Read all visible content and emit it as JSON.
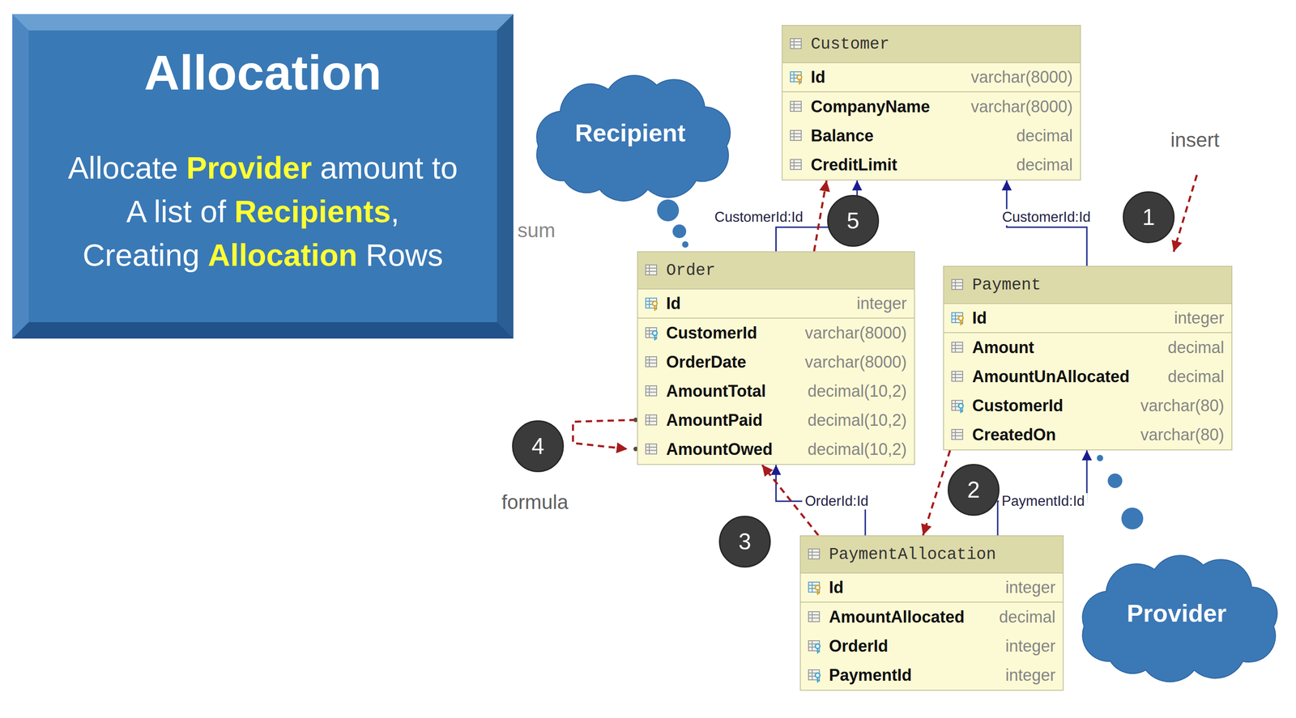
{
  "diagram": {
    "nodes": [
      {
        "text": [
          "Allocation",
          "Allocate",
          "Provider",
          "amount to",
          "A list of",
          "Recipients",
          ",",
          "Creating",
          "Allocation",
          "Rows"
        ]
      },
      {
        "text": [
          "Recipient"
        ]
      },
      {
        "text": [
          "Customer",
          "Id",
          "varchar(8000)",
          "CompanyName",
          "varchar(8000)",
          "Balance",
          "decimal",
          "CreditLimit",
          "decimal"
        ]
      },
      {
        "text": [
          "Order",
          "Id",
          "integer",
          "CustomerId",
          "varchar(8000)",
          "OrderDate",
          "varchar(8000)",
          "AmountTotal",
          "decimal(10,2)",
          "AmountPaid",
          "decimal(10,2)",
          "AmountOwed",
          "decimal(10,2)"
        ]
      },
      {
        "text": [
          "Payment",
          "Id",
          "integer",
          "Amount",
          "decimal",
          "AmountUnAllocated",
          "decimal",
          "CustomerId",
          "varchar(80)",
          "CreatedOn",
          "varchar(80)"
        ]
      },
      {
        "text": [
          "PaymentAllocation",
          "Id",
          "integer",
          "AmountAllocated",
          "decimal",
          "OrderId",
          "integer",
          "PaymentId",
          "integer"
        ]
      },
      {
        "text": [
          "Provider"
        ]
      }
    ],
    "edges": [
      {
        "from": 3,
        "to": 2,
        "label": "CustomerId:Id",
        "arrow": "to"
      },
      {
        "from": 4,
        "to": 2,
        "label": "CustomerId:Id",
        "arrow": "to"
      },
      {
        "from": 5,
        "to": 3,
        "label": "OrderId:Id",
        "arrow": "to"
      },
      {
        "from": 5,
        "to": 4,
        "label": "PaymentId:Id",
        "arrow": "to"
      },
      {
        "from": 4,
        "to": 5,
        "arrow": "to"
      },
      {
        "from": 5,
        "to": 3,
        "arrow": "to"
      },
      {
        "from": 3,
        "to": 2,
        "arrow": "to"
      }
    ],
    "labels": [
      "1",
      "2",
      "3",
      "4",
      "5",
      "insert",
      "formula",
      "sum"
    ]
  }
}
